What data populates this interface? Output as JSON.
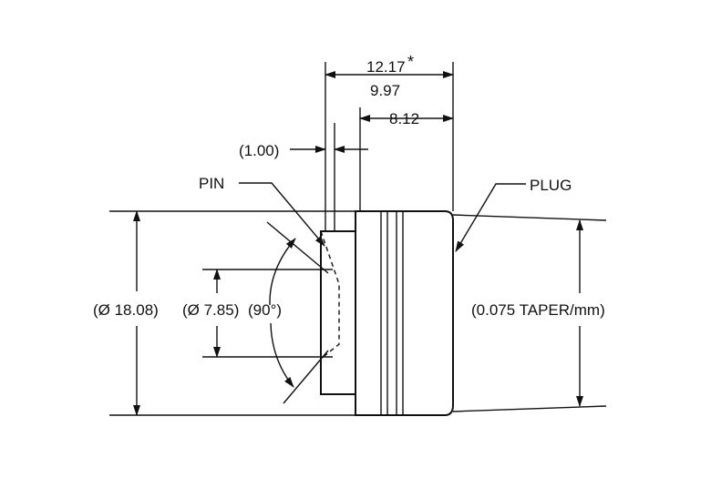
{
  "dimensions": {
    "overall_length": "12.17",
    "overall_length_marker": "*",
    "length_alt": "9.97",
    "plug_length": "8.12",
    "gap": "(1.00)",
    "outer_diameter": "(Ø 18.08)",
    "pin_diameter": "(Ø 7.85)",
    "angle": "(90°)",
    "taper": "(0.075 TAPER/mm)"
  },
  "callouts": {
    "pin": "PIN",
    "plug": "PLUG"
  }
}
